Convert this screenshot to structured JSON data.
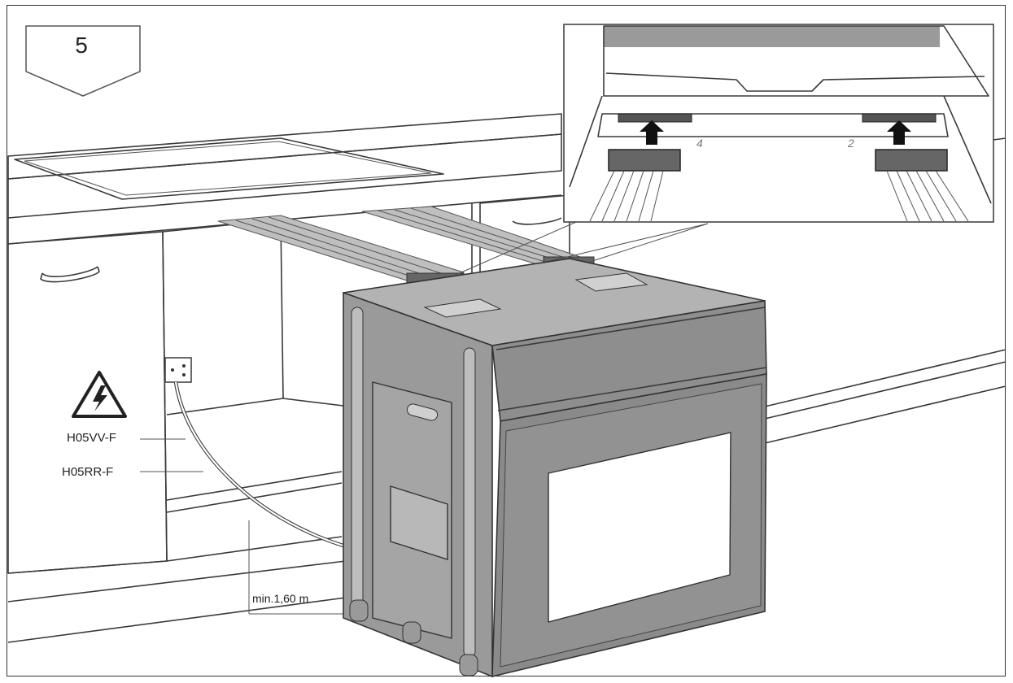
{
  "step": {
    "number": "5"
  },
  "cables": {
    "type_1": "H05VV-F",
    "type_2": "H05RR-F"
  },
  "dimension": {
    "label": "min.1,60 m"
  },
  "connectors": {
    "left_number": "4",
    "right_number": "2"
  },
  "icons": {
    "warning": "electric-hazard-warning-icon"
  },
  "colors": {
    "stroke": "#3a3a3a",
    "oven_fill": "#9a9a9a",
    "oven_dark": "#7e7e7e",
    "cabinet_fill": "#ffffff"
  }
}
